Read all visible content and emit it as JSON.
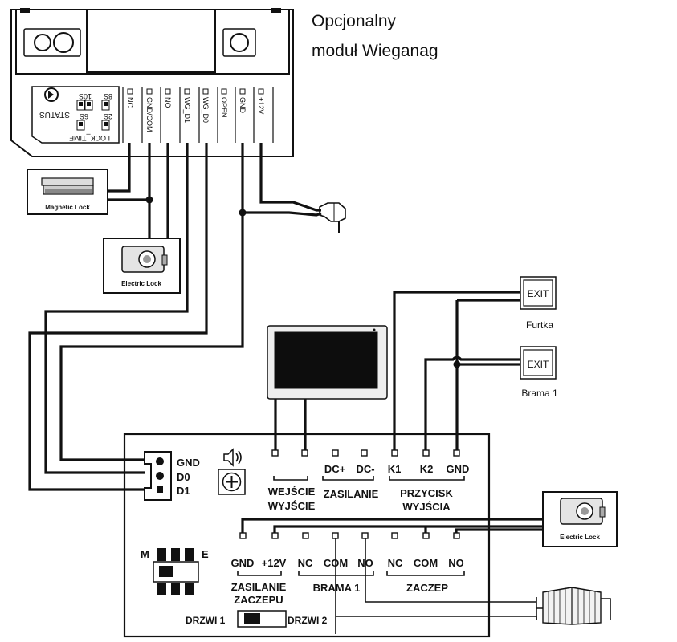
{
  "title": {
    "line1": "Opcjonalny",
    "line2": "moduł Wieganag"
  },
  "module": {
    "status_label": "STATUS",
    "lock_time_label": "LOCK_TIME",
    "dip_labels": [
      "10S",
      "8S",
      "6S",
      "2S"
    ],
    "terminals": [
      "NC",
      "GND/COM",
      "NO",
      "WG_D1",
      "WG_D0",
      "OPEN",
      "GND",
      "+12V"
    ]
  },
  "devices": {
    "magnetic_lock": "Magnetic Lock",
    "electric_lock": "Electric Lock",
    "electric_lock_2": "Electric Lock",
    "exit_label": "EXIT",
    "furtka": "Furtka",
    "brama1": "Brama 1"
  },
  "panel": {
    "wiegand_terminals": [
      "GND",
      "D0",
      "D1"
    ],
    "top_terminals": [
      "DC+",
      "DC-",
      "K1",
      "K2",
      "GND"
    ],
    "group_wejscie": [
      "WEJŚCIE",
      "WYJŚCIE"
    ],
    "group_zasilanie": "ZASILANIE",
    "group_przycisk": [
      "PRZYCISK",
      "WYJŚCIA"
    ],
    "bottom_terminals": [
      "GND",
      "+12V",
      "NC",
      "COM",
      "NO",
      "NC",
      "COM",
      "NO"
    ],
    "group_zasilanie_zaczepu": [
      "ZASILANIE",
      "ZACZEPU"
    ],
    "group_brama1": "BRAMA 1",
    "group_zaczep": "ZACZEP",
    "switch_m": "M",
    "switch_e": "E",
    "drzwi1": "DRZWI 1",
    "drzwi2": "DRZWI 2"
  }
}
